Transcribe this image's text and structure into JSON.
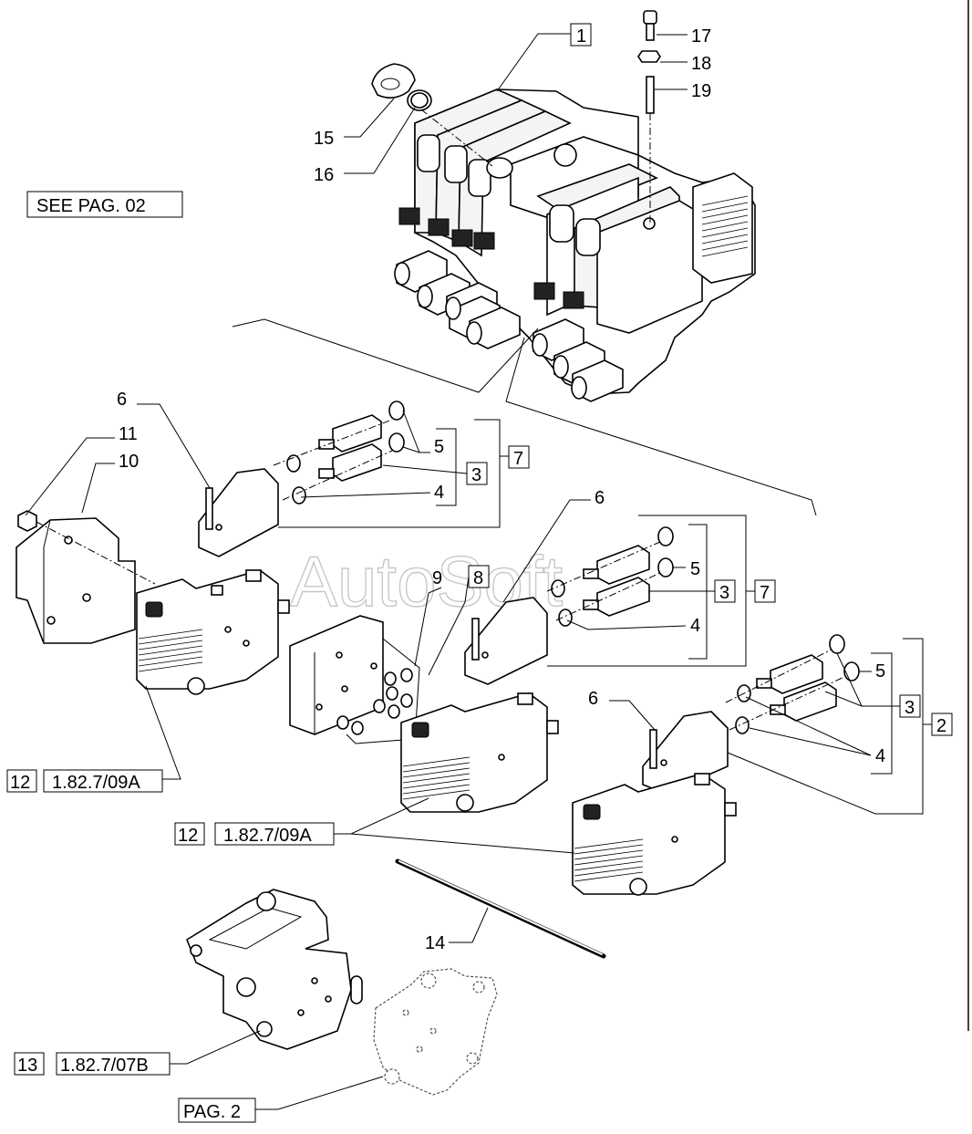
{
  "watermark": "AutoSoft",
  "references": {
    "see_pag_02": "SEE PAG. 02",
    "pag_2": "PAG. 2",
    "ref_09a": "1.82.7/09A",
    "ref_07b": "1.82.7/07B"
  },
  "callouts": {
    "n1": "1",
    "n2": "2",
    "n3": "3",
    "n4": "4",
    "n5": "5",
    "n6": "6",
    "n7": "7",
    "n8": "8",
    "n9": "9",
    "n10": "10",
    "n11": "11",
    "n12": "12",
    "n13": "13",
    "n14": "14",
    "n15": "15",
    "n16": "16",
    "n17": "17",
    "n18": "18",
    "n19": "19"
  }
}
